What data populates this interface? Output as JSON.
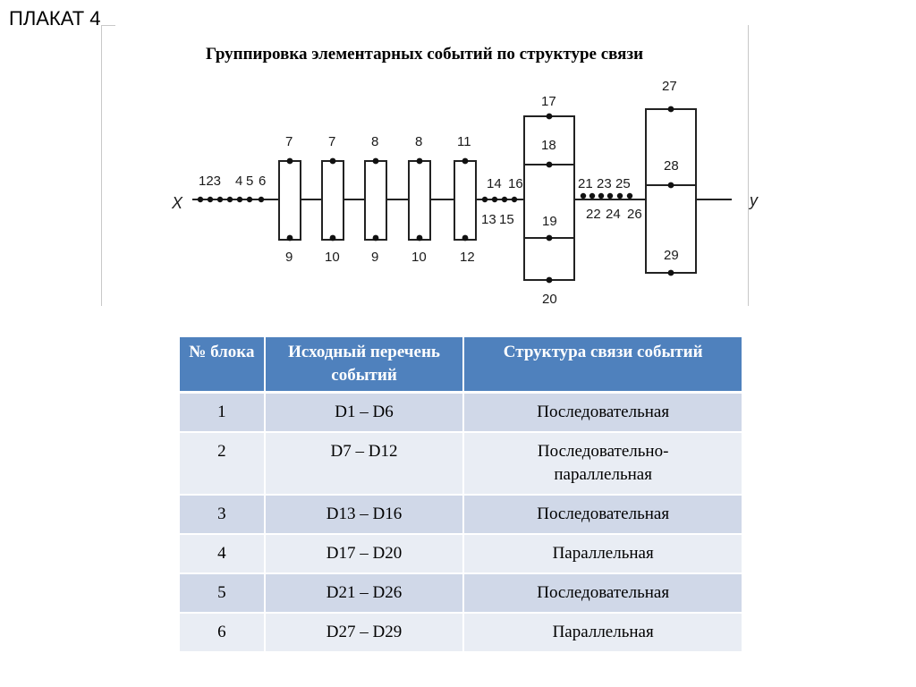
{
  "poster_label": "ПЛАКАТ 4",
  "title": "Группировка элементарных событий по структуре связи",
  "diagram": {
    "input_label": "X",
    "output_label": "y",
    "top_labels": [
      "123",
      "4",
      "5",
      "6",
      "7",
      "7",
      "8",
      "8",
      "11",
      "14",
      "16",
      "17",
      "18",
      "21",
      "23",
      "25",
      "27",
      "28"
    ],
    "bottom_labels": [
      "9",
      "10",
      "9",
      "10",
      "12",
      "13",
      "15",
      "19",
      "20",
      "22",
      "24",
      "26",
      "29"
    ]
  },
  "table": {
    "headers": [
      "№ блока",
      "Исходный перечень событий",
      "Структура связи событий"
    ],
    "rows": [
      {
        "num": "1",
        "range": "D1 – D6",
        "structure": "Последовательная"
      },
      {
        "num": "2",
        "range": "D7 – D12",
        "structure": "Последовательно-параллельная"
      },
      {
        "num": "3",
        "range": "D13 – D16",
        "structure": "Последовательная"
      },
      {
        "num": "4",
        "range": "D17 – D20",
        "structure": "Параллельная"
      },
      {
        "num": "5",
        "range": "D21 – D26",
        "structure": "Последовательная"
      },
      {
        "num": "6",
        "range": "D27 – D29",
        "structure": "Параллельная"
      }
    ]
  }
}
